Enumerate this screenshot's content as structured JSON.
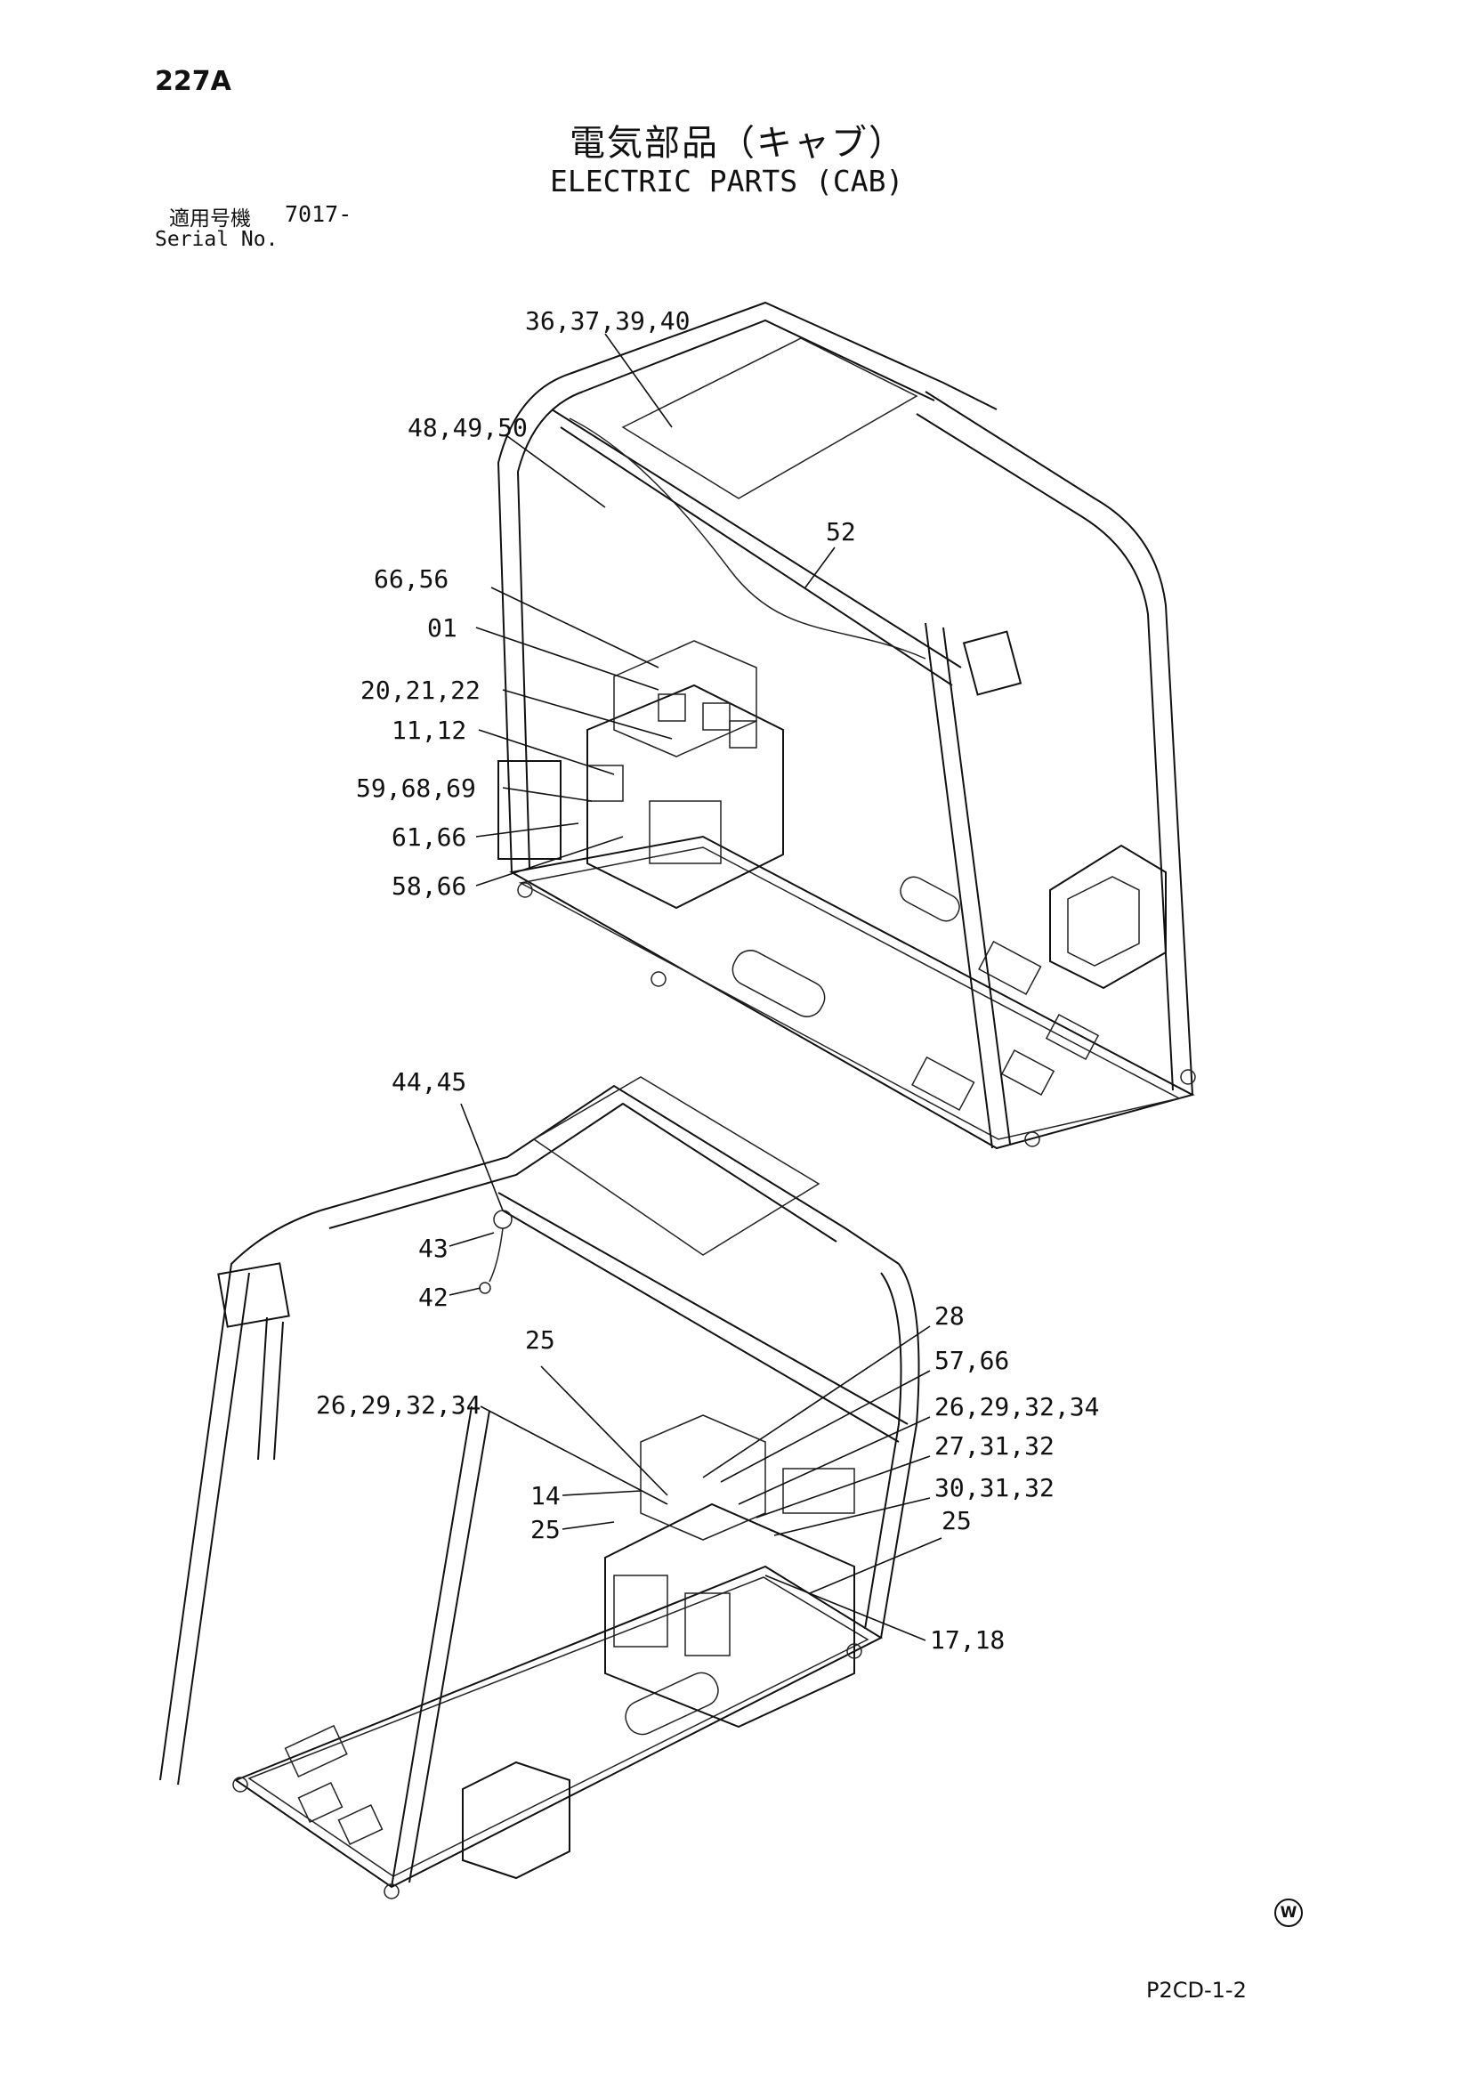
{
  "header": {
    "page_number": "227A",
    "title_jp": "電気部品（キャブ）",
    "title_en": "ELECTRIC PARTS (CAB)",
    "serial_label_jp": "適用号機",
    "serial_value": "7017-",
    "serial_label_en": "Serial No."
  },
  "callouts_top": [
    "36,37,39,40",
    "48,49,50",
    "52",
    "66,56",
    "01",
    "20,21,22",
    "11,12",
    "59,68,69",
    "61,66",
    "58,66"
  ],
  "callouts_bottom": [
    "44,45",
    "43",
    "42",
    "25",
    "26,29,32,34",
    "14",
    "25",
    "28",
    "57,66",
    "26,29,32,34",
    "27,31,32",
    "30,31,32",
    "25",
    "17,18"
  ],
  "footer": {
    "mark": "W",
    "drawing_code": "P2CD-1-2"
  }
}
